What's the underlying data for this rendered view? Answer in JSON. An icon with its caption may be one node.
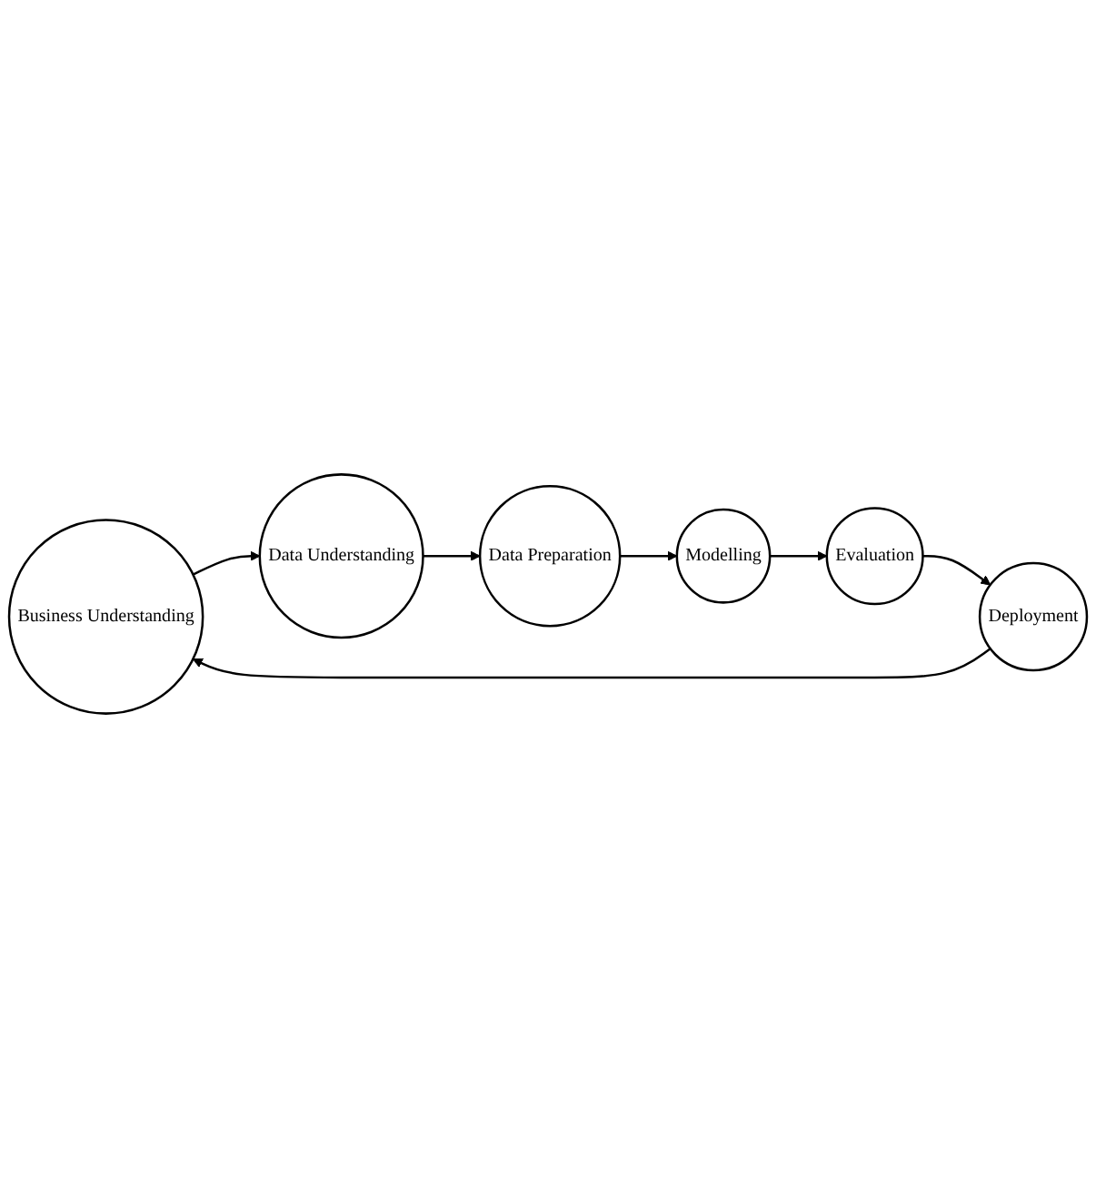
{
  "diagram": {
    "nodes": [
      {
        "text": [
          "Business Understanding"
        ]
      },
      {
        "text": [
          "Data Understanding"
        ]
      },
      {
        "text": [
          "Data Preparation"
        ]
      },
      {
        "text": [
          "Modelling"
        ]
      },
      {
        "text": [
          "Evaluation"
        ]
      },
      {
        "text": [
          "Deployment"
        ]
      }
    ],
    "edges": [
      {
        "from": 0,
        "to": 1,
        "arrow": "to"
      },
      {
        "from": 1,
        "to": 2,
        "arrow": "to"
      },
      {
        "from": 2,
        "to": 3,
        "arrow": "to"
      },
      {
        "from": 3,
        "to": 4,
        "arrow": "to"
      },
      {
        "from": 4,
        "to": 5,
        "arrow": "to"
      },
      {
        "from": 5,
        "to": 0,
        "arrow": "to"
      }
    ]
  }
}
